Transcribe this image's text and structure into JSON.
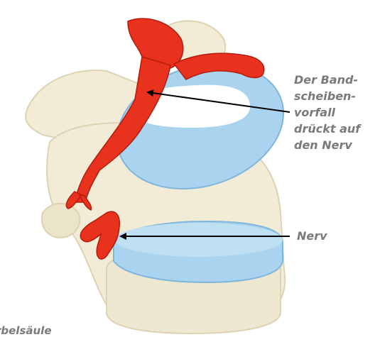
{
  "callouts": {
    "disc_lines": [
      "Der Band-",
      "scheiben-",
      "vorfall",
      "drückt auf",
      "den Nerv"
    ],
    "nerve": "Nerv"
  },
  "caption": "rbelsäule",
  "colors": {
    "bone": "#f2ecd6",
    "bone_shadow": "#ddd3b3",
    "disc": "#a9d3ee",
    "disc_edge": "#7fb6dc",
    "herniation": "#ffffff",
    "nerve": "#e8321e",
    "nerve_dark": "#b21c0e",
    "label": "#7a7a7a",
    "arrow": "#000000"
  }
}
